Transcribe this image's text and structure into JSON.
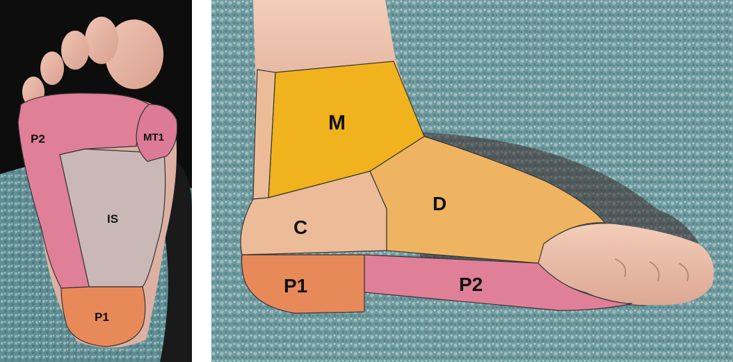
{
  "plantar_view": {
    "labels": {
      "p2": "P2",
      "mt1": "MT1",
      "is": "IS",
      "p1": "P1"
    }
  },
  "lateral_view": {
    "labels": {
      "m": "M",
      "c": "C",
      "d": "D",
      "p1": "P1",
      "p2": "P2"
    }
  },
  "colors": {
    "p1": "#e8895a",
    "p2": "#e07f98",
    "mt1": "#dc7a98",
    "is": "#c9b8b6",
    "m": "#f0b21d",
    "c": "#ecbc98",
    "d": "#eeb462",
    "carpet": "#6f9aa0",
    "dark_bg": "#0d0d0d"
  }
}
